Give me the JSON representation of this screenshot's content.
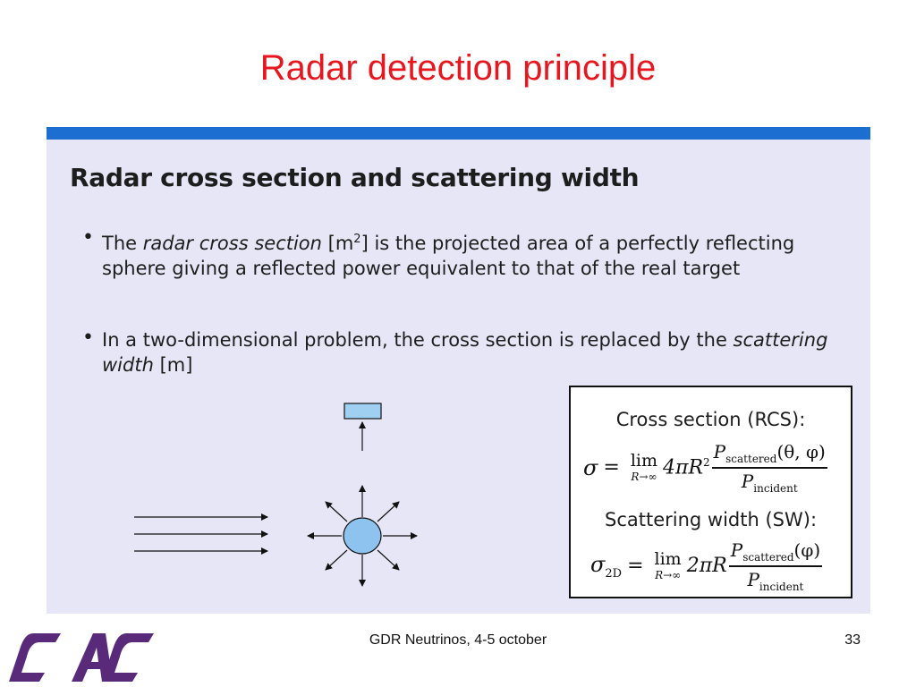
{
  "slide": {
    "title": "Radar detection principle"
  },
  "panel": {
    "heading": "Radar cross section and scattering width",
    "bullet_1": {
      "prefix": "The ",
      "term": "radar cross section",
      "unit_open": " [m",
      "unit_sup": "2",
      "rest": "] is the projected area of a perfectly reflecting sphere giving a reflected power equivalent to that of the real target"
    },
    "bullet_2": {
      "prefix": "In a two-dimensional problem, the cross section is replaced by the ",
      "term": "scattering width",
      "rest": " [m]"
    },
    "colors": {
      "accent_bar": "#1c6fd0",
      "panel_bg": "#e6e6f6",
      "title_red": "#e8161e",
      "sphere_fill": "#8fc3ef",
      "receiver_fill": "#9fd0f2"
    }
  },
  "formula_box": {
    "rcs_label": "Cross section (RCS):",
    "rcs": {
      "lhs": "σ",
      "eq": "=",
      "lim": "lim",
      "lim_sub": "R→∞",
      "coef": "4πR",
      "coef_sup": "2",
      "num_var": "P",
      "num_sub": "scattered",
      "num_args": "(θ, φ)",
      "den_var": "P",
      "den_sub": "incident"
    },
    "sw_label": "Scattering width (SW):",
    "sw": {
      "lhs": "σ",
      "lhs_sub": "2D",
      "eq": "=",
      "lim": "lim",
      "lim_sub": "R→∞",
      "coef": "2πR",
      "num_var": "P",
      "num_sub": "scattered",
      "num_args": "(φ)",
      "den_var": "P",
      "den_sub": "incident"
    }
  },
  "footer": {
    "text": "GDR Neutrinos, 4-5 october",
    "page_number": "33",
    "logo_text": "CAC",
    "logo_color": "#5a2a7a"
  }
}
